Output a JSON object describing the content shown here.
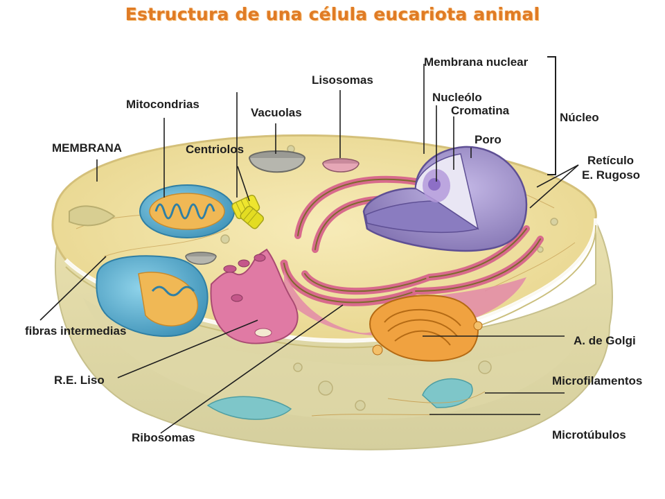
{
  "title": "Estructura de una célula eucariota animal",
  "colors": {
    "title": "#e07b24",
    "cytoplasm": "#f2e2a3",
    "membrane_outer": "#d9cd86",
    "mitochondria": "#4fa7c9",
    "er_rough": "#d86a8c",
    "er_smooth": "#e07aa4",
    "nucleus": "#9a8dc3",
    "golgi": "#e59a3c",
    "centriole": "#e6e02b"
  },
  "labels": {
    "membrana_nuclear": "Membrana nuclear",
    "lisosomas": "Lisosomas",
    "mitocondrias": "Mitocondrias",
    "vacuolas": "Vacuolas",
    "nucleolo": "Nucleólo",
    "cromatina": "Cromatina",
    "nucleo": "Núcleo",
    "membrana": "MEMBRANA",
    "centriolos": "Centriolos",
    "poro": "Poro",
    "reticulo": "Retículo",
    "e_rugoso": "E. Rugoso",
    "fibras": "fibras intermedias",
    "golgi": "A. de Golgi",
    "re_liso": "R.E. Liso",
    "microfilamentos": "Microfilamentos",
    "ribosomas": "Ribosomas",
    "microtubulos": "Microtúbulos"
  }
}
